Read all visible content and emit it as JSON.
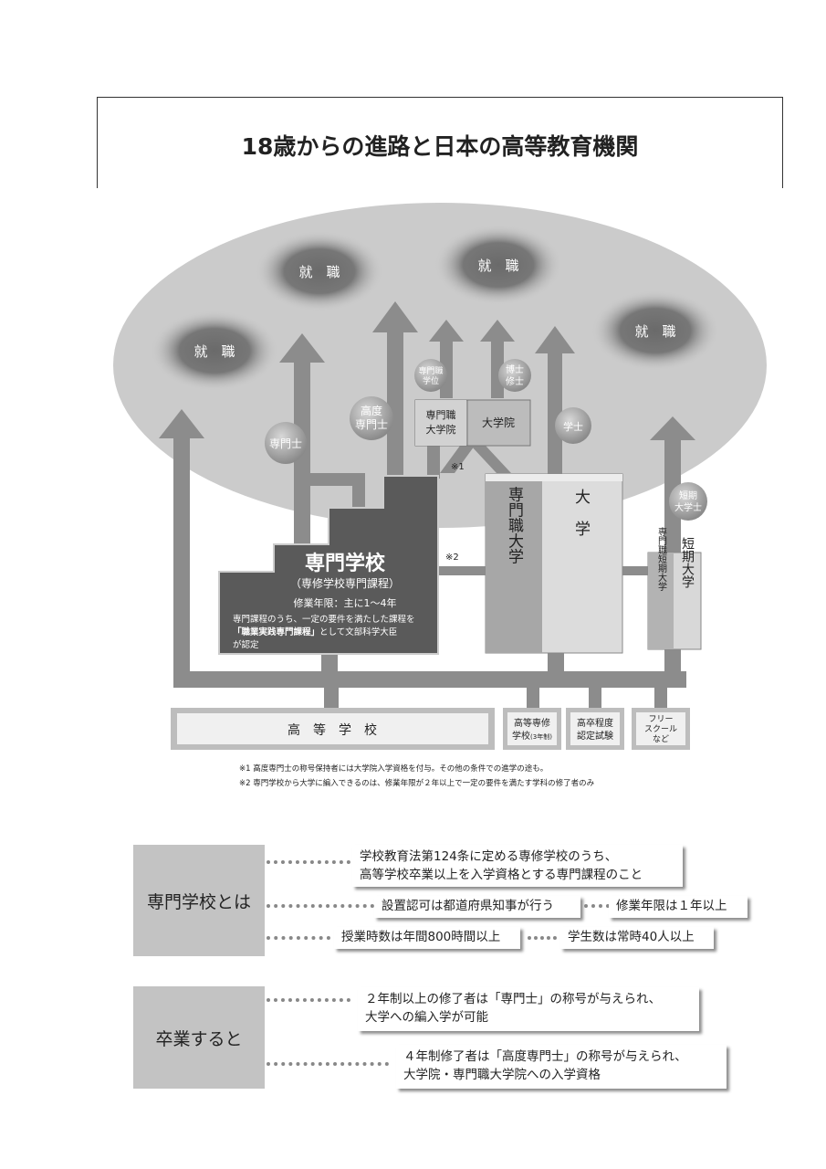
{
  "title": "18歳からの進路と日本の高等教育機関",
  "diagram": {
    "employment": [
      "就　職",
      "就　職",
      "就　職",
      "就　職"
    ],
    "degree_badges": {
      "senmonshi": "専門士",
      "kodo_line1": "高度",
      "kodo_line2": "専門士",
      "senmonshoku_line1": "専門職",
      "senmonshoku_line2": "学位",
      "hakushi": "博士",
      "shushi": "修士",
      "gakushi": "学士",
      "tanki_line1": "短期",
      "tanki_line2": "大学士"
    },
    "graduate": {
      "professional_line1": "専門職",
      "professional_line2": "大学院",
      "graduate_school": "大学院"
    },
    "vocational_school": {
      "name": "専門学校",
      "subtitle": "（専修学校専門課程）",
      "years": "修業年限：主に1〜4年",
      "note_line1": "専門課程のうち、一定の要件を満たした課程を",
      "note_line2_bold": "「職業実践専門課程」",
      "note_line2_rest": "として文部科学大臣",
      "note_line3": "が認定"
    },
    "professional_university": "専門職大学",
    "university": "大学",
    "junior_college": "短期大学",
    "professional_junior_college": "専門職短期大学",
    "mark1": "※1",
    "mark2": "※2",
    "bottom": {
      "high_school": "高　等　学　校",
      "koto_senshu_line1": "高等専修",
      "koto_senshu_line2": "学校",
      "koto_senshu_note": "(3年制)",
      "kosotsu_line1": "高卒程度",
      "kosotsu_line2": "認定試験",
      "free_line1": "フリー",
      "free_line2": "スクール",
      "free_line3": "など"
    },
    "footnote1": "※1  高度専門士の称号保持者には大学院入学資格を付与。その他の条件での進学の途も。",
    "footnote2": "※2  専門学校から大学に編入できるのは、修業年限が２年以上で一定の要件を満たす学科の修了者のみ"
  },
  "about": {
    "label": "専門学校とは",
    "def_line1": "学校教育法第124条に定める専修学校のうち、",
    "def_line2": "高等学校卒業以上を入学資格とする専門課程のこと",
    "approval": "設置認可は都道府県知事が行う",
    "years": "修業年限は１年以上",
    "hours": "授業時数は年間800時間以上",
    "students": "学生数は常時40人以上"
  },
  "graduation": {
    "label": "卒業すると",
    "item1_line1": "２年制以上の修了者は「専門士」の称号が与えられ、",
    "item1_line2": "大学への編入学が可能",
    "item2_line1": "４年制修了者は「高度専門士」の称号が与えられ、",
    "item2_line2": "大学院・専門職大学院への入学資格"
  }
}
